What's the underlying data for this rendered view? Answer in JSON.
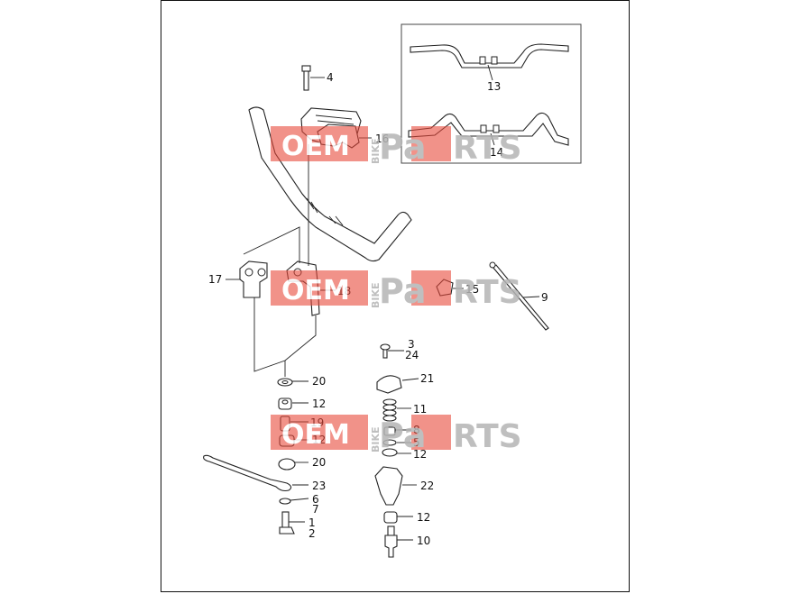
{
  "callouts": {
    "c1": "1",
    "c2": "2",
    "c3": "3",
    "c4": "4",
    "c5": "5",
    "c6": "6",
    "c7": "7",
    "c8": "8",
    "c9": "9",
    "c10": "10",
    "c11": "11",
    "c12a": "12",
    "c12b": "12",
    "c12c": "12",
    "c12d": "12",
    "c13": "13",
    "c14": "14",
    "c15": "15",
    "c16": "16",
    "c17": "17",
    "c18": "18",
    "c19": "19",
    "c20a": "20",
    "c20b": "20",
    "c21": "21",
    "c22": "22",
    "c23": "23",
    "c24": "24"
  },
  "watermark": {
    "oem": "OEM",
    "bike": "BIKE",
    "pa": "Pa",
    "rts": "RTS",
    "red": "#e8483a",
    "gray": "#b5b5b5"
  }
}
